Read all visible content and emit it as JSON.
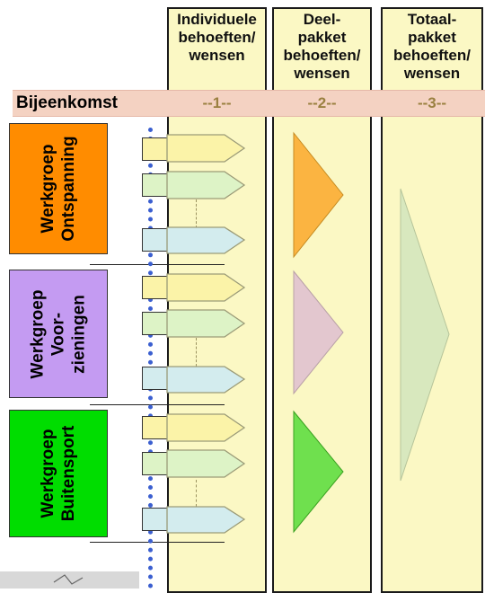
{
  "columns": [
    {
      "header": "Individuele\nbehoeften/\nwensen",
      "number": "--1--"
    },
    {
      "header": "Deel-\npakket\nbehoeften/\nwensen",
      "number": "--2--"
    },
    {
      "header": "Totaal-\npakket\nbehoeften/\nwensen",
      "number": "--3--"
    }
  ],
  "meeting_label": "Bijeenkomst",
  "workgroups": [
    {
      "label": "Werkgroep\nOntspanning",
      "color": "#ff8c00"
    },
    {
      "label": "Werkgroep\nVoor-\nzieningen",
      "color": "#c49bf2"
    },
    {
      "label": "Werkgroep\nBuitensport",
      "color": "#00dd00"
    }
  ],
  "colors": {
    "column_bg": "#fbf8c4",
    "band_bg": "#f4d2c2",
    "arrow_yellow": "#fbf3a8",
    "arrow_green": "#ddf3c6",
    "arrow_cyan": "#d3ecee",
    "subpackage_ontspanning": "#fbb441",
    "subpackage_voorzieningen": "#e3c7cf",
    "subpackage_buitensport": "#6fe04e",
    "total_package": "#d8e8be",
    "dotted_line": "#3b5fd0"
  },
  "icons": {
    "arrow": "pentagon-arrow-icon",
    "triangle": "triangle-icon"
  }
}
